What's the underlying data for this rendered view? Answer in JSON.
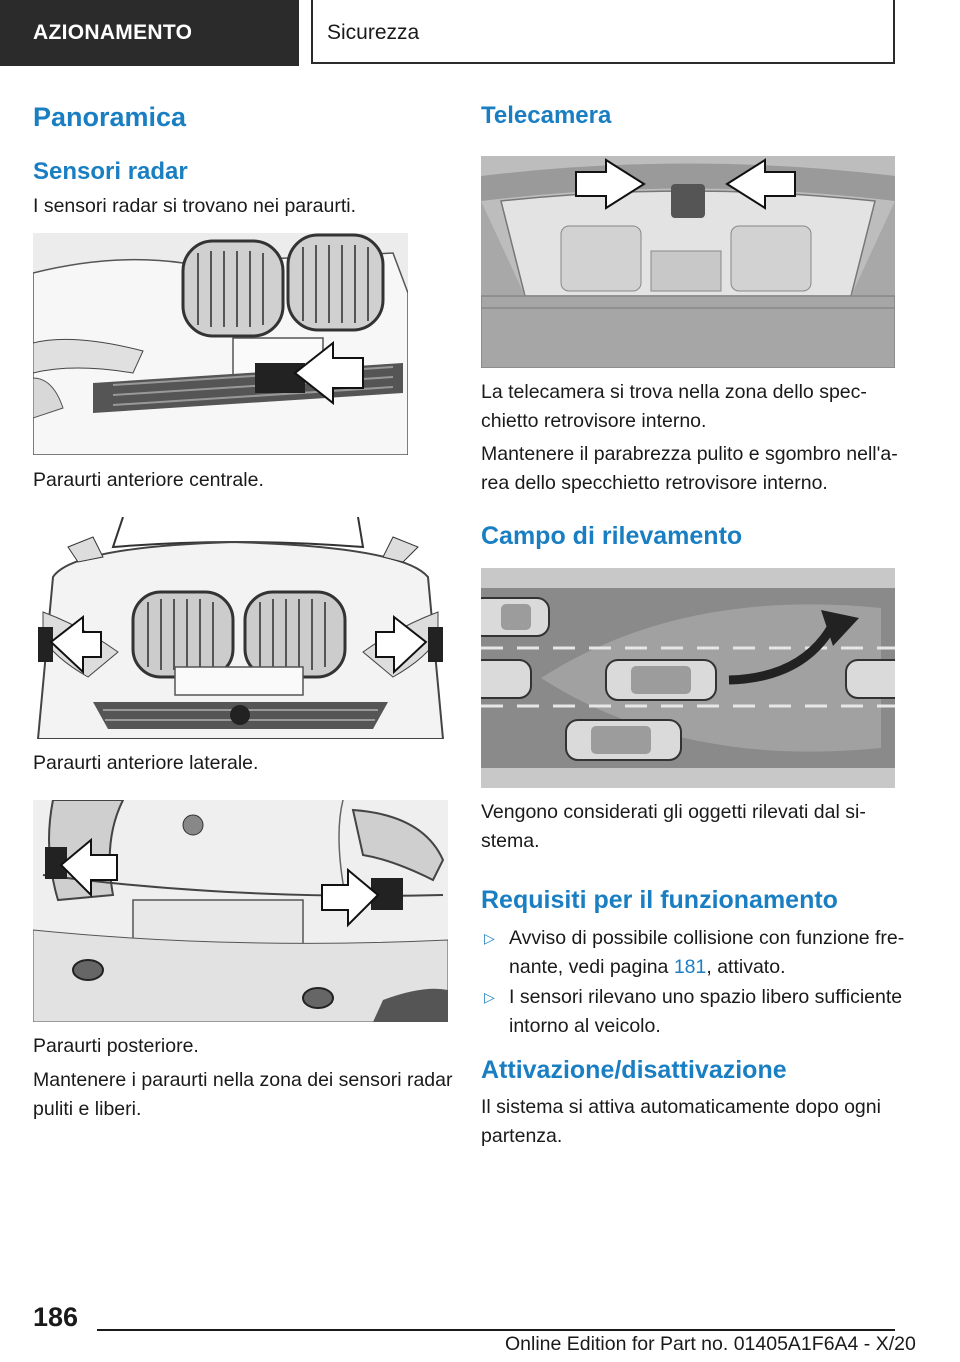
{
  "header": {
    "section": "AZIONAMENTO",
    "subsection": "Sicurezza"
  },
  "left": {
    "title": "Panoramica",
    "radar_heading": "Sensori radar",
    "radar_intro": "I sensori radar si trovano nei paraurti.",
    "caption1": "Paraurti anteriore centrale.",
    "caption2": "Paraurti anteriore laterale.",
    "caption3": "Paraurti posteriore.",
    "para_line1": "Mantenere i paraurti nella zona dei sensori radar",
    "para_line2": "puliti e liberi."
  },
  "right": {
    "camera_heading": "Telecamera",
    "camera_p1_l1": "La telecamera si trova nella zona dello spec-",
    "camera_p1_l2": "chietto retrovisore interno.",
    "camera_p2_l1": "Mantenere il parabrezza pulito e sgombro nell'a-",
    "camera_p2_l2": "rea dello specchietto retrovisore interno.",
    "range_heading": "Campo di rilevamento",
    "range_p_l1": "Vengono considerati gli oggetti rilevati dal si-",
    "range_p_l2": "stema.",
    "req_heading": "Requisiti per il funzionamento",
    "req_items": [
      {
        "l1": "Avviso di possibile collisione con funzione fre-",
        "l2_pre": "nante, vedi pagina ",
        "link": "181",
        "l2_post": ", attivato."
      },
      {
        "l1": "I sensori rilevano uno spazio libero sufficiente",
        "l2": "intorno al veicolo."
      }
    ],
    "bullet": "▷",
    "act_heading": "Attivazione/disattivazione",
    "act_p_l1": "Il sistema si attiva automaticamente dopo ogni",
    "act_p_l2": "partenza."
  },
  "footer": {
    "page": "186",
    "edition": "Online Edition for Part no. 01405A1F6A4 - X/20"
  },
  "colors": {
    "accent": "#1a7fc2",
    "header_bg": "#2b2b2b"
  }
}
